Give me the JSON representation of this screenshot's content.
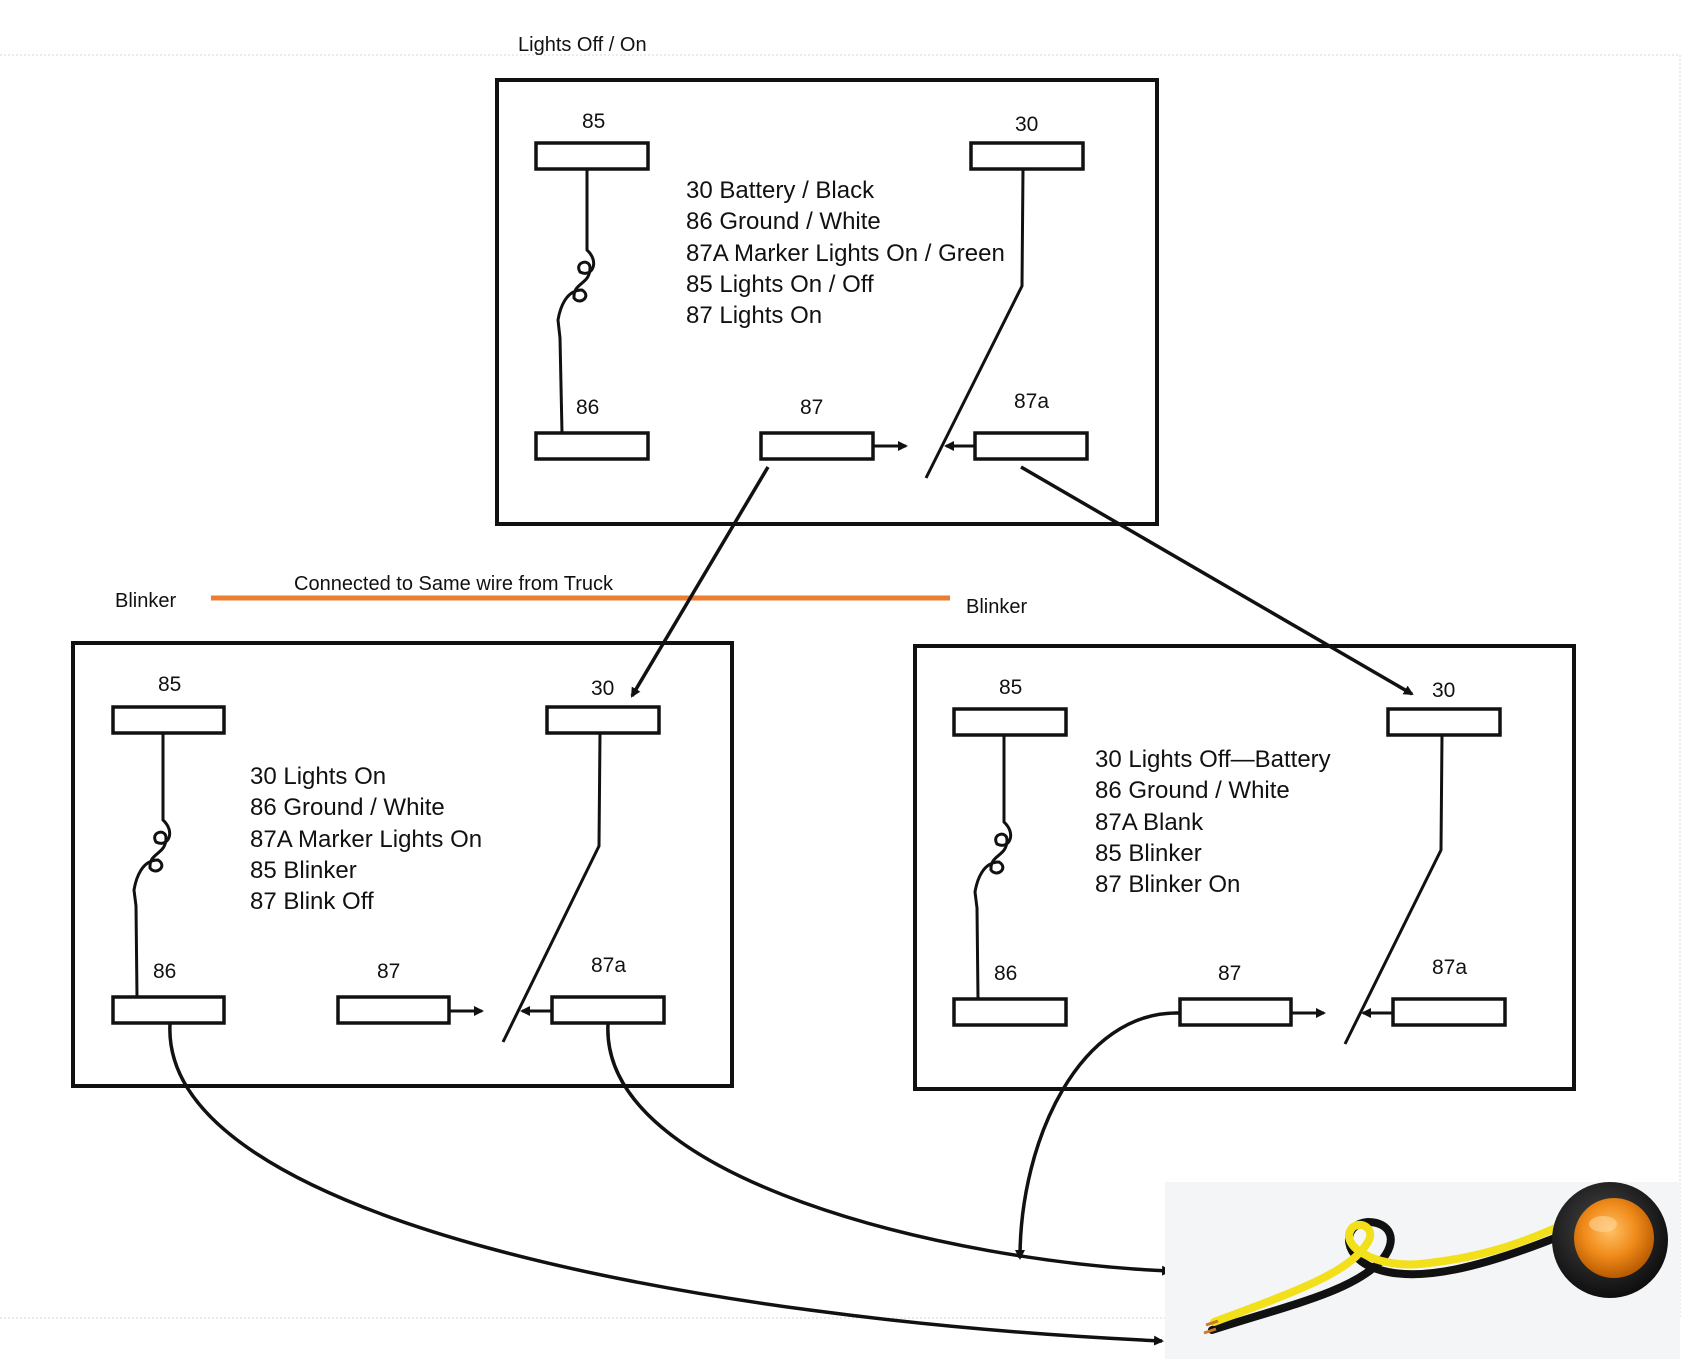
{
  "title": "Lights Off / On",
  "blinker_left": "Blinker",
  "blinker_right": "Blinker",
  "bus_label": "Connected to Same wire from Truck",
  "colors": {
    "bus": "#ED7D31",
    "line": "#111111",
    "lamp_amber": "#F08A1A",
    "lamp_yellow": "#F2E01A"
  },
  "relay_top": {
    "pins": {
      "p85": "85",
      "p30": "30",
      "p86": "86",
      "p87": "87",
      "p87a": "87a"
    },
    "notes": [
      "30 Battery / Black",
      "86 Ground / White",
      "87A Marker Lights On / Green",
      "85 Lights On / Off",
      "87 Lights On"
    ]
  },
  "relay_left": {
    "pins": {
      "p85": "85",
      "p30": "30",
      "p86": "86",
      "p87": "87",
      "p87a": "87a"
    },
    "notes": [
      "30 Lights On",
      "86 Ground / White",
      "87A Marker Lights On",
      "85 Blinker",
      "87 Blink Off"
    ]
  },
  "relay_right": {
    "pins": {
      "p85": "85",
      "p30": "30",
      "p86": "86",
      "p87": "87",
      "p87a": "87a"
    },
    "notes": [
      "30 Lights Off—Battery",
      "86 Ground / White",
      "87A Blank",
      "85 Blinker",
      "87 Blinker On"
    ]
  },
  "photo": {
    "icon": "marker-light-icon"
  }
}
